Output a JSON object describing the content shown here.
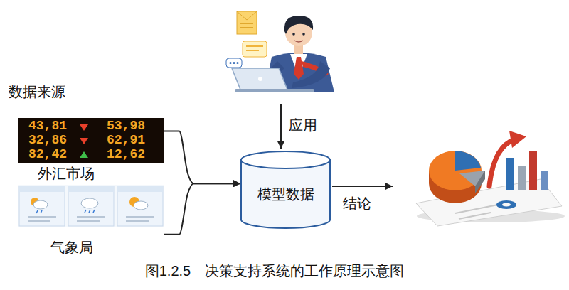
{
  "diagram": {
    "caption": "图1.2.5　决策支持系统的工作原理示意图",
    "nodes": [
      {
        "text": [
          "外汇市场"
        ]
      },
      {
        "text": [
          "气象局"
        ]
      },
      {
        "text": [
          "模型数据"
        ]
      }
    ],
    "edges": [
      {
        "from": 0,
        "to": 2,
        "arrow": "to"
      },
      {
        "from": 1,
        "to": 2,
        "arrow": "to"
      }
    ],
    "labels": [
      "数据来源",
      "应用",
      "结论",
      "43,81",
      "53,98",
      "32,86",
      "62,91",
      "82,42",
      "12,62"
    ]
  }
}
